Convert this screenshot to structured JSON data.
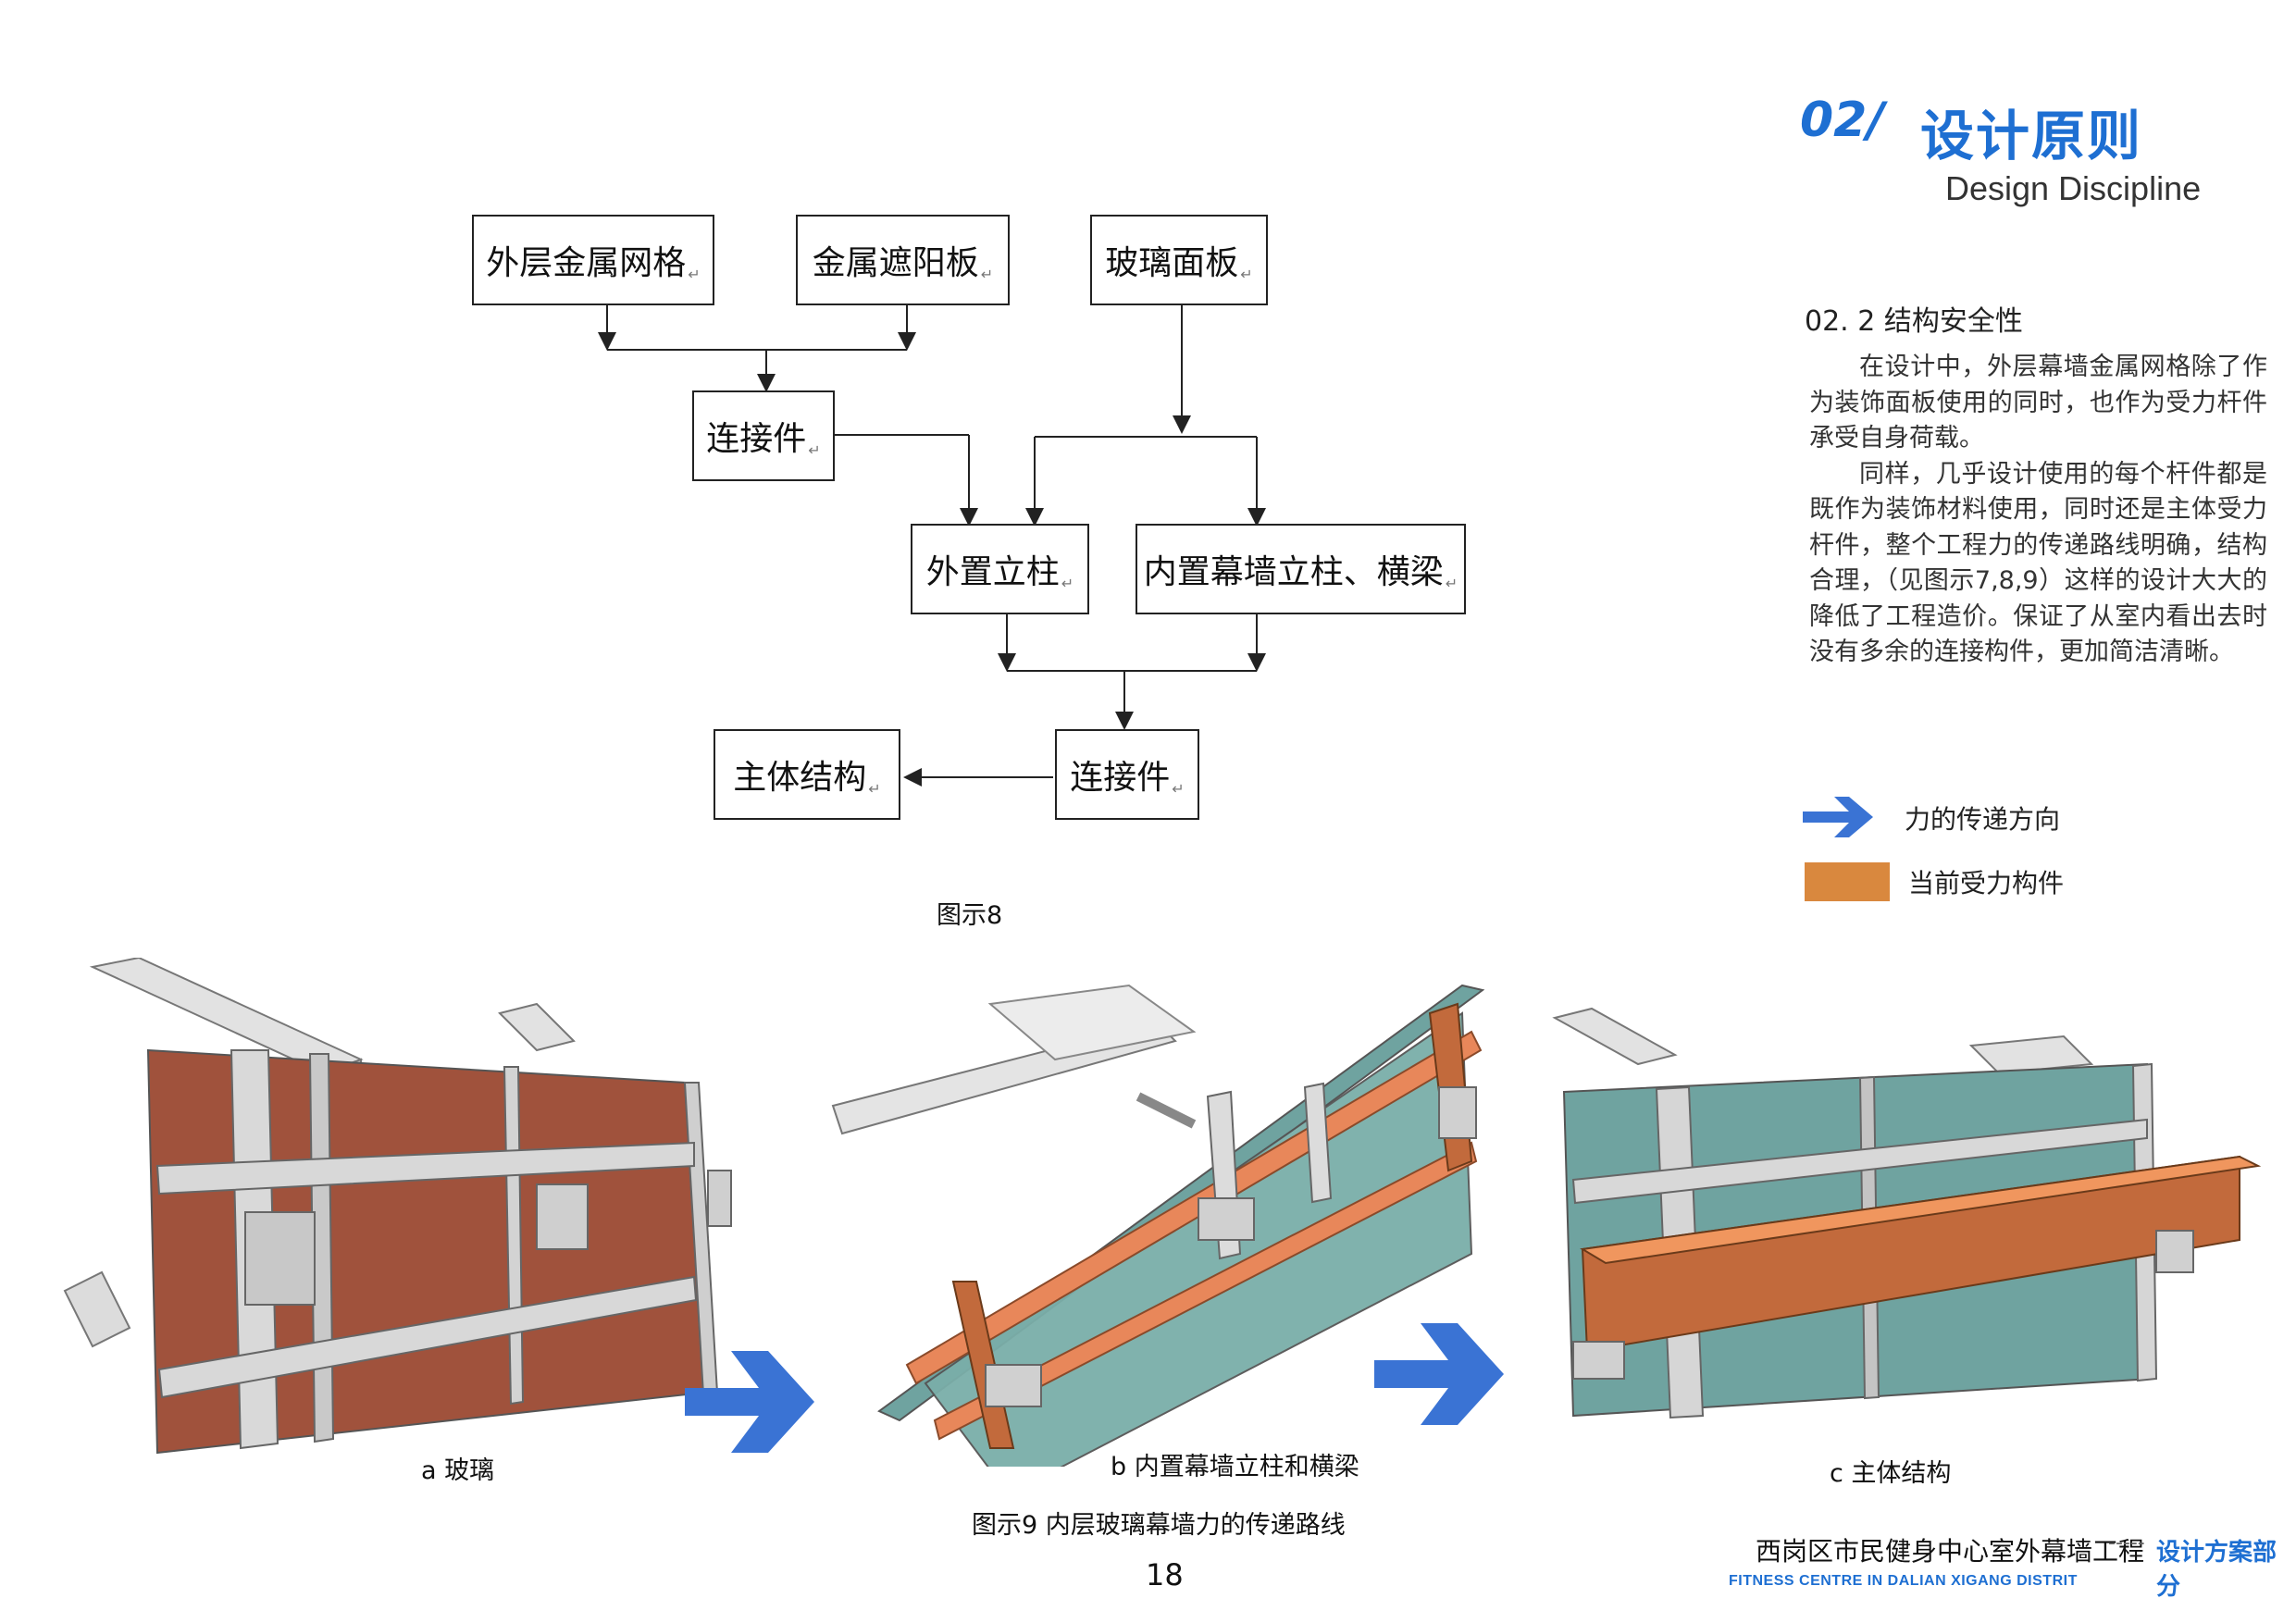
{
  "header": {
    "number": "02/",
    "title": "设计原则",
    "subtitle_en": "Design Discipline"
  },
  "section": {
    "title": "02. 2  结构安全性",
    "paragraph1": "在设计中，外层幕墙金属网格除了作为装饰面板使用的同时，也作为受力杆件承受自身荷载。",
    "paragraph2": "同样，几乎设计使用的每个杆件都是既作为装饰材料使用，同时还是主体受力杆件，整个工程力的传递路线明确，结构合理，（见图示7,8,9）这样的设计大大的降低了工程造价。保证了从室内看出去时没有多余的连接构件，更加简洁清晰。"
  },
  "legend": {
    "arrow_label": "力的传递方向",
    "swatch_label": "当前受力构件",
    "arrow_color": "#3a73d4",
    "swatch_color": "#d9883e"
  },
  "flowchart": {
    "box_outer_grid": "外层金属网格",
    "box_sunshade": "金属遮阳板",
    "box_glass_panel": "玻璃面板",
    "box_connector_top": "连接件",
    "box_outer_column": "外置立柱",
    "box_inner_mullion": "内置幕墙立柱、横梁",
    "box_connector_bottom": "连接件",
    "box_main_structure": "主体结构",
    "caption": "图示8",
    "return_mark": "↵"
  },
  "figures": {
    "a_label": "a  玻璃",
    "b_label": "b  内置幕墙立柱和横梁",
    "c_label": "c  主体结构",
    "caption": "图示9  内层玻璃幕墙力的传递路线",
    "colors": {
      "glass_red": "#a0523c",
      "glass_teal": "#6fa3a0",
      "steel": "#d6d6d6",
      "member_orange": "#e8875a",
      "beam_orange": "#c26a3c"
    }
  },
  "page_number": "18",
  "footer": {
    "project_cn": "西岗区市民健身中心室外幕墙工程",
    "dashes": "-----",
    "tag": "设计方案部分",
    "project_en": "FITNESS CENTRE IN DALIAN XIGANG DISTRIT"
  }
}
